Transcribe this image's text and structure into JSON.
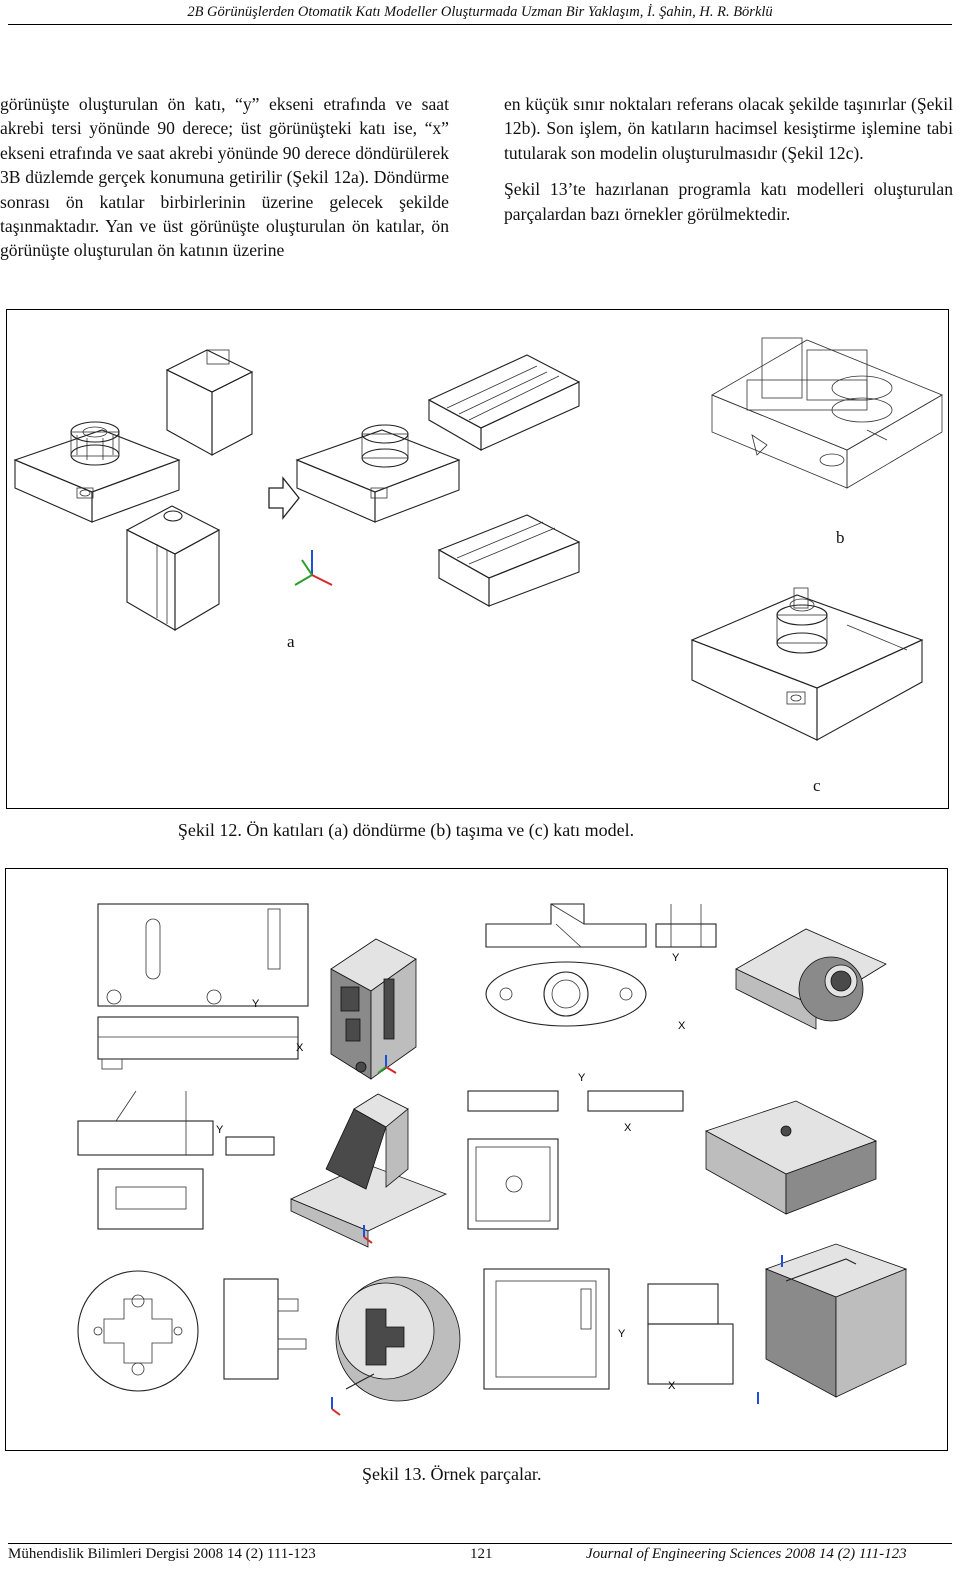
{
  "header": {
    "running_title": "2B Görünüşlerden Otomatik Katı Modeller Oluşturmada Uzman Bir Yaklaşım, İ. Şahin, H. R. Börklü"
  },
  "body": {
    "left_paragraph": "görünüşte oluşturulan ön katı, “y” ekseni etrafında ve saat akrebi tersi yönünde 90 derece; üst görünüşteki katı ise, “x” ekseni etrafında ve saat akrebi yönünde 90 derece döndürülerek 3B düzlemde gerçek konumuna getirilir (Şekil 12a). Döndürme sonrası ön katılar birbirlerinin üzerine gelecek şekilde taşınmaktadır. Yan ve üst görünüşte oluşturulan ön katılar, ön görünüşte oluşturulan ön katının üzerine",
    "right_paragraph_1": "en küçük sınır noktaları referans olacak şekilde taşınırlar (Şekil 12b). Son işlem, ön katıların hacimsel kesiştirme işlemine tabi tutularak son modelin oluşturulmasıdır (Şekil 12c).",
    "right_paragraph_2": "Şekil 13’te hazırlanan programla katı modelleri oluşturulan parçalardan bazı örnekler görülmektedir."
  },
  "figure12": {
    "label_a": "a",
    "label_b": "b",
    "label_c": "c",
    "caption": "Şekil 12. Ön katıları (a) döndürme (b) taşıma ve (c) katı model."
  },
  "figure13": {
    "axis_y": "Y",
    "axis_x": "X",
    "caption": "Şekil 13. Örnek parçalar."
  },
  "footer": {
    "journal_tr": "Mühendislik Bilimleri Dergisi 2008 14 (2) 111-123",
    "page_number": "121",
    "journal_en": "Journal of Engineering Sciences 2008 14 (2) 111-123"
  },
  "colors": {
    "axis_green": "#2a9d2a",
    "axis_blue": "#1e4fd8",
    "axis_red": "#d62828",
    "arrow_orange": "#e06010"
  }
}
